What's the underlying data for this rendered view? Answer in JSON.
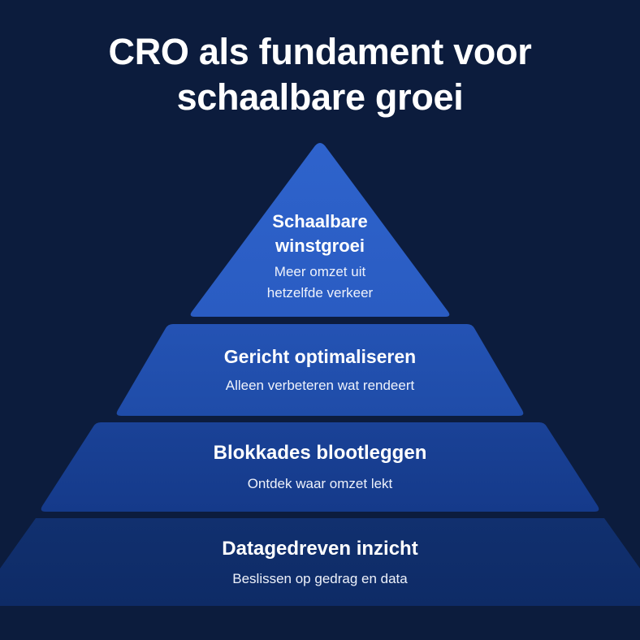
{
  "title": {
    "line1": "CRO als fundament voor",
    "line2": "schaalbare groei"
  },
  "colors": {
    "background": "#0c1c3d",
    "layer1": "#2c5fc6",
    "layer2": "#214fae",
    "layer3": "#173e91",
    "layer4": "#0f2d6b",
    "text": "#ffffff"
  },
  "pyramid": {
    "layers": [
      {
        "level": 1,
        "title_line1": "Schaalbare",
        "title_line2": "winstgroei",
        "subtitle_line1": "Meer omzet uit",
        "subtitle_line2": "hetzelfde verkeer"
      },
      {
        "level": 2,
        "title": "Gericht optimaliseren",
        "subtitle": "Alleen verbeteren wat rendeert"
      },
      {
        "level": 3,
        "title": "Blokkades blootleggen",
        "subtitle": "Ontdek waar omzet lekt"
      },
      {
        "level": 4,
        "title": "Datagedreven inzicht",
        "subtitle": "Beslissen op gedrag en data"
      }
    ]
  }
}
